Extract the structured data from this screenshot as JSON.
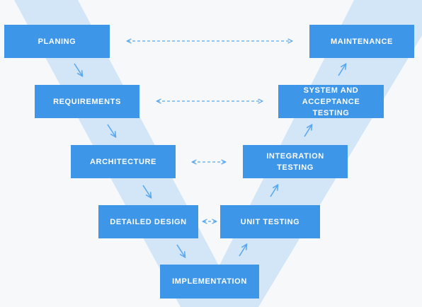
{
  "diagram": {
    "stages": {
      "planing": "PLANING",
      "requirements": "REQUIREMENTS",
      "architecture": "ARCHITECTURE",
      "detailed_design": "DETAILED DESIGN",
      "implementation": "IMPLEMENTATION",
      "unit_testing": "UNIT TESTING",
      "integration_testing": [
        "INTEGRATION",
        "TESTING"
      ],
      "system_testing": [
        "SYSTEM AND",
        "ACCEPTANCE TESTING"
      ],
      "maintenance": "MAINTENANCE"
    },
    "colors": {
      "box": "#3d96e8",
      "band": "#d2e6f7",
      "arrow": "#5aa8ee",
      "background": "#f7f8fa"
    }
  }
}
